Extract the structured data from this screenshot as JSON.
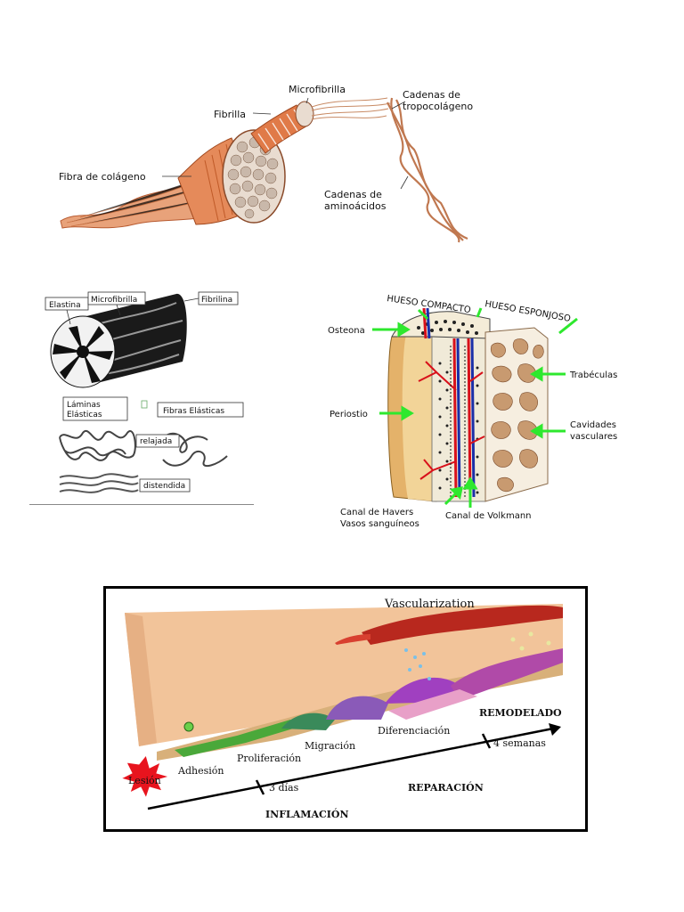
{
  "collagen": {
    "labels": {
      "fibra": "Fibra de colágeno",
      "fibrilla": "Fibrilla",
      "microfibrilla": "Microfibrilla",
      "tropo_1": "Cadenas de",
      "tropo_2": "tropocolágeno",
      "amino_1": "Cadenas de",
      "amino_2": "aminoácidos"
    }
  },
  "elastic": {
    "labels": {
      "elastina": "Elastina",
      "microfibrilla": "Microfibrilla",
      "fibrilina": "Fibrilina",
      "laminas_1": "Láminas",
      "laminas_2": "Elásticas",
      "fibras": "Fibras Elásticas",
      "relajada": "relajada",
      "distendida": "distendida"
    }
  },
  "bone": {
    "labels": {
      "compacto": "HUESO COMPACTO",
      "esponjoso": "HUESO ESPONJOSO",
      "osteona": "Osteona",
      "periostio": "Periostio",
      "trabeculas": "Trabéculas",
      "cavidades_1": "Cavidades",
      "cavidades_2": "vasculares",
      "havers_1": "Canal de Havers",
      "havers_2": "Vasos sanguíneos",
      "volkmann": "Canal de Volkmann"
    },
    "colors": {
      "arrow": "#2ee82e",
      "vessel_red": "#d8101a",
      "vessel_blue": "#1a2ea8",
      "bone": "#e8c89a"
    }
  },
  "repair": {
    "labels": {
      "vascularization": "Vascularization",
      "remodelado": "REMODELADO",
      "diferenciacion": "Diferenciación",
      "migracion": "Migración",
      "proliferacion": "Proliferación",
      "adhesion": "Adhesión",
      "lesion": "Lesión",
      "tres_dias": "3 días",
      "cuatro_semanas": "4 semanas",
      "reparacion": "REPARACIÓN",
      "inflamacion": "INFLAMACIÓN"
    },
    "colors": {
      "background": "#f2c49a",
      "border": "#000000",
      "star": "#e8141e"
    }
  }
}
